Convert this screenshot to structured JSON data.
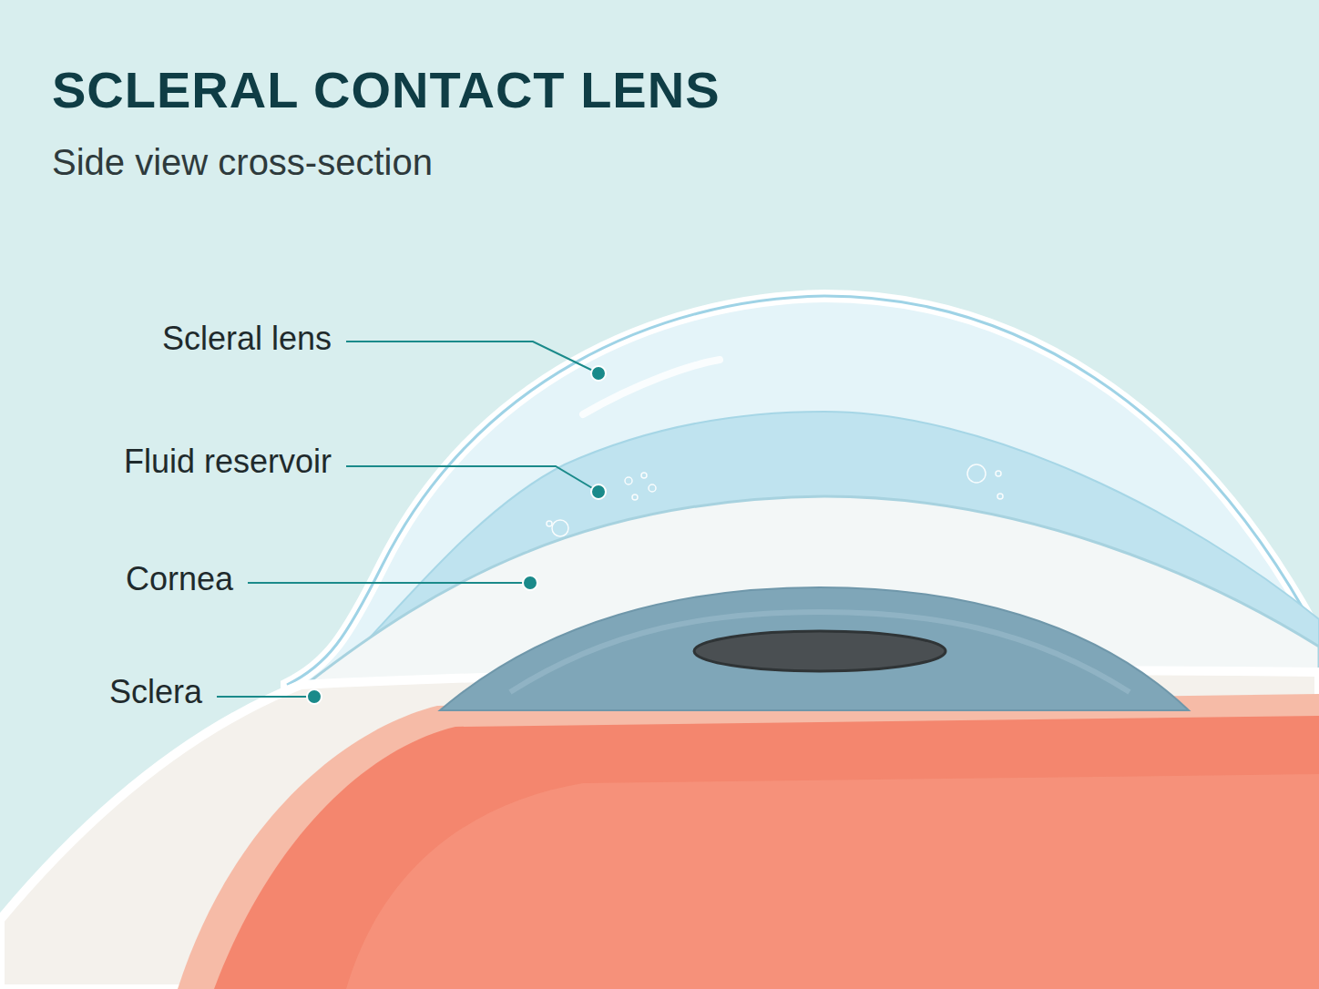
{
  "diagram": {
    "title": "SCLERAL CONTACT LENS",
    "caption": "Side view cross-section",
    "labels": [
      "Scleral lens",
      "Fluid reservoir",
      "Cornea",
      "Sclera"
    ]
  }
}
